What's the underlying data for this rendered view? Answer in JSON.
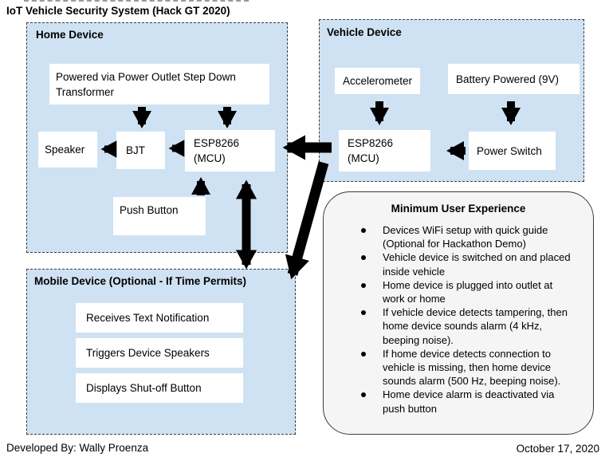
{
  "title": "IoT Vehicle Security System (Hack GT 2020)",
  "colors": {
    "panel_fill": "#cfe2f3",
    "node_fill": "#ffffff",
    "mue_fill": "#f5f5f5",
    "arrow": "#000000",
    "text": "#000000"
  },
  "home": {
    "label": "Home Device",
    "transformer": "Powered via Power Outlet Step Down Transformer",
    "speaker": "Speaker",
    "bjt": "BJT",
    "esp": "ESP8266 (MCU)",
    "push_button": "Push Button"
  },
  "vehicle": {
    "label": "Vehicle Device",
    "accelerometer": "Accelerometer",
    "battery": "Battery Powered (9V)",
    "esp": "ESP8266 (MCU)",
    "power_switch": "Power Switch"
  },
  "mobile": {
    "label": "Mobile Device (Optional - If Time Permits)",
    "items": [
      "Receives Text Notification",
      "Triggers Device Speakers",
      "Displays Shut-off Button"
    ]
  },
  "mue": {
    "title": "Minimum User Experience",
    "bullets": [
      "Devices WiFi setup with quick guide (Optional for Hackathon Demo)",
      "Vehicle device is switched on and placed inside vehicle",
      "Home device is plugged into outlet at work or home",
      "If vehicle device detects tampering, then home device sounds alarm (4 kHz, beeping noise).",
      "If home device detects connection to vehicle is missing, then home device sounds alarm (500 Hz, beeping noise).",
      "Home device alarm is deactivated via push button"
    ]
  },
  "footer": {
    "developed_by": "Developed By: Wally Proenza",
    "date": "October 17, 2020"
  }
}
